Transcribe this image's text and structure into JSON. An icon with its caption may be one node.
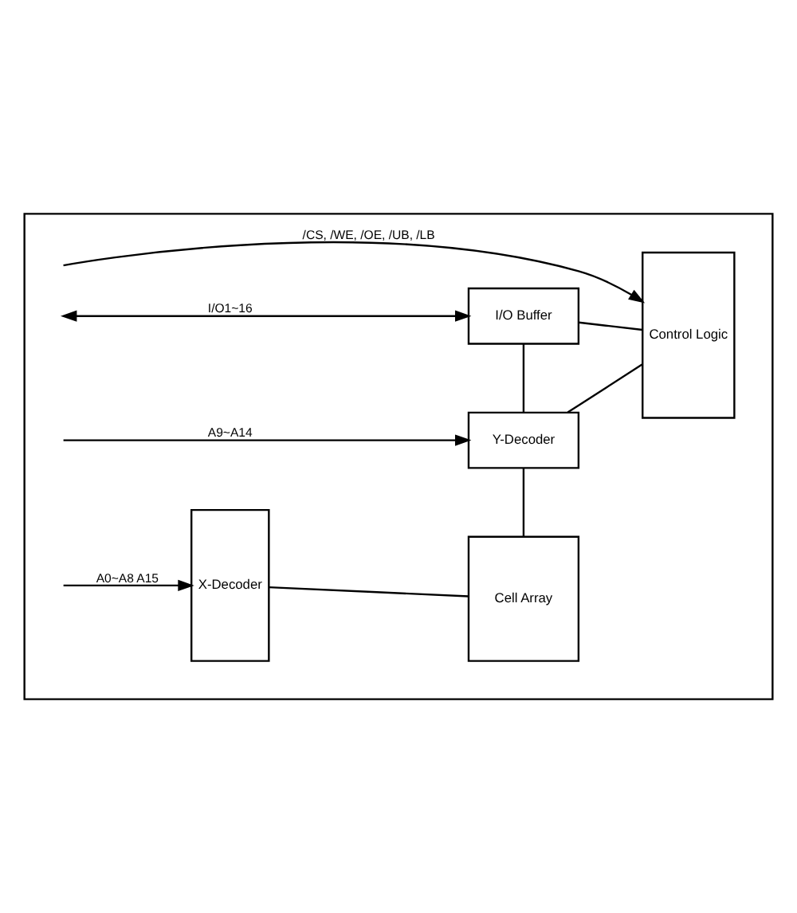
{
  "diagram": {
    "nodes": [
      {
        "text": [],
        "shape": "box"
      },
      {
        "text": [
          "X-Decoder"
        ],
        "in": 0
      },
      {
        "text": [
          "Cell Array"
        ],
        "in": 0
      },
      {
        "text": [
          "Y-Decoder"
        ],
        "in": 0
      },
      {
        "text": [
          "I/O Buffer"
        ],
        "in": 0
      },
      {
        "text": [
          "Control Logic"
        ],
        "in": 0
      }
    ],
    "edges": [
      {
        "from": null,
        "to": 1,
        "arrow": "to",
        "label": "A0~A8 A15"
      },
      {
        "from": 1,
        "to": 2,
        "arrow": "none"
      },
      {
        "from": 2,
        "to": 3,
        "arrow": "none"
      },
      {
        "from": null,
        "to": 3,
        "arrow": "to",
        "label": "A9~A14"
      },
      {
        "from": 3,
        "to": 4,
        "arrow": "none"
      },
      {
        "from": 3,
        "to": 5,
        "arrow": "none"
      },
      {
        "from": 4,
        "to": 5,
        "arrow": "none"
      },
      {
        "from": null,
        "to": 4,
        "arrow": "both",
        "label": "I/O1~16"
      },
      {
        "from": null,
        "to": 5,
        "arrow": "to",
        "label": "/CS, /WE, /OE, /UB, /LB"
      }
    ]
  }
}
